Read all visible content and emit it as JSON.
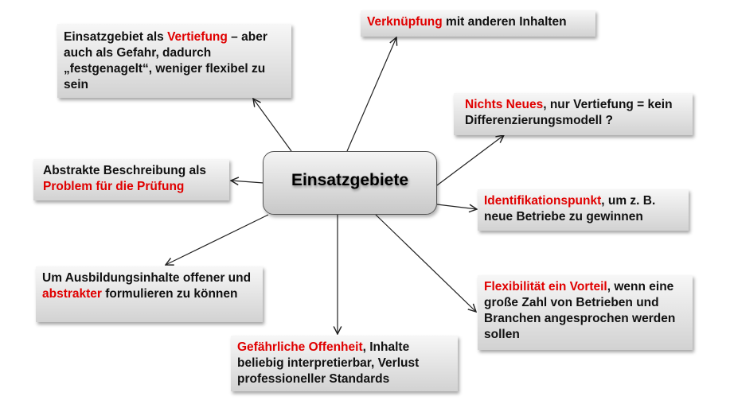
{
  "center": {
    "label": "Einsatzgebiete"
  },
  "nodes": {
    "vertiefung": {
      "a": "Einsatzgebiet als ",
      "b": "Vertiefung",
      "c": " – aber auch als Gefahr, dadurch „festgenagelt“, weniger flexibel zu sein"
    },
    "abstrakt": {
      "a": "Abstrakte Beschreibung als ",
      "b": "Problem für die Prüfung"
    },
    "verknuepfung": {
      "b": "Verknüpfung",
      "c": " mit anderen Inhalten"
    },
    "nichts_neues": {
      "b": "Nichts Neues",
      "c": ", nur Vertiefung = kein Differenzierungsmodell ?"
    },
    "identifikation": {
      "b": "Identifikationspunkt",
      "c": ", um z. B. neue Betriebe zu gewinnen"
    },
    "flexibilitaet": {
      "b": "Flexibilität ein Vorteil",
      "c": ", wenn eine große Zahl von Betrieben und Branchen angesprochen werden sollen"
    },
    "offenheit": {
      "b": "Gefährliche Offenheit",
      "c": ", Inhalte beliebig interpretierbar, Verlust professioneller Standards"
    },
    "ausbildung": {
      "a": "Um Ausbildungsinhalte offener und ",
      "b": "abstrakter",
      "c": " formulieren zu können"
    }
  },
  "colors": {
    "highlight": "#e00000"
  }
}
